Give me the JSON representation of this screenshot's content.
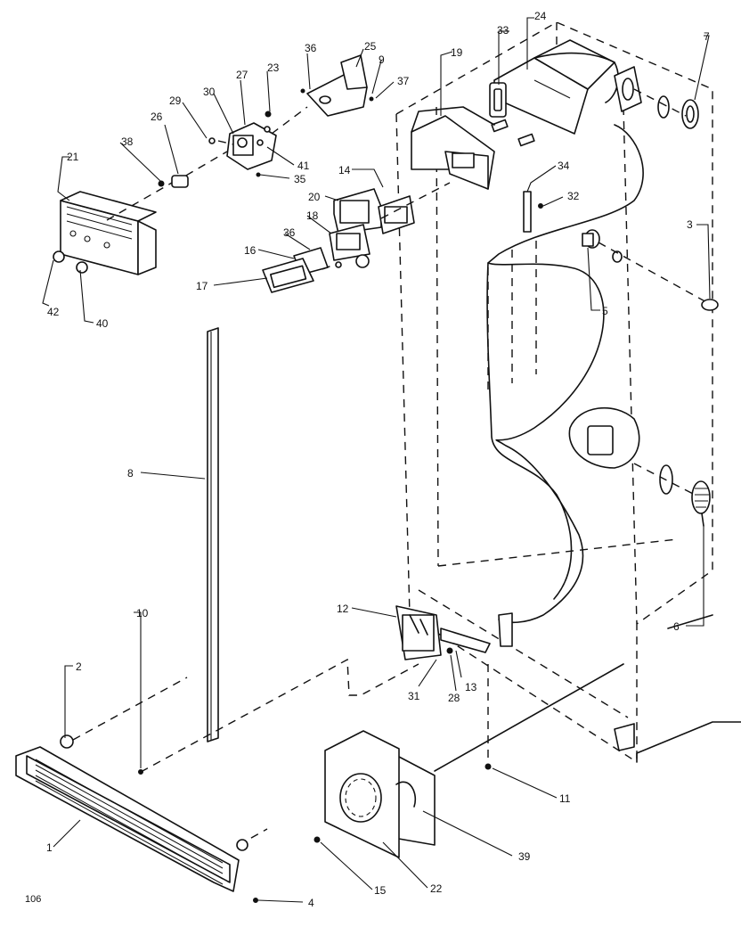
{
  "sheet_number": "106",
  "callouts": [
    {
      "id": "c1",
      "label": "1"
    },
    {
      "id": "c2",
      "label": "2"
    },
    {
      "id": "c3",
      "label": "3"
    },
    {
      "id": "c4",
      "label": "4"
    },
    {
      "id": "c5",
      "label": "5"
    },
    {
      "id": "c6",
      "label": "6"
    },
    {
      "id": "c7",
      "label": "7"
    },
    {
      "id": "c8",
      "label": "8"
    },
    {
      "id": "c9",
      "label": "9"
    },
    {
      "id": "c10",
      "label": "10"
    },
    {
      "id": "c11",
      "label": "11"
    },
    {
      "id": "c12",
      "label": "12"
    },
    {
      "id": "c13",
      "label": "13"
    },
    {
      "id": "c14",
      "label": "14"
    },
    {
      "id": "c15",
      "label": "15"
    },
    {
      "id": "c16",
      "label": "16"
    },
    {
      "id": "c17",
      "label": "17"
    },
    {
      "id": "c18",
      "label": "18"
    },
    {
      "id": "c19",
      "label": "19"
    },
    {
      "id": "c20",
      "label": "20"
    },
    {
      "id": "c21",
      "label": "21"
    },
    {
      "id": "c22",
      "label": "22"
    },
    {
      "id": "c23",
      "label": "23"
    },
    {
      "id": "c24",
      "label": "24"
    },
    {
      "id": "c25",
      "label": "25"
    },
    {
      "id": "c26",
      "label": "26"
    },
    {
      "id": "c27",
      "label": "27"
    },
    {
      "id": "c28",
      "label": "28"
    },
    {
      "id": "c29",
      "label": "29"
    },
    {
      "id": "c30",
      "label": "30"
    },
    {
      "id": "c31",
      "label": "31"
    },
    {
      "id": "c32",
      "label": "32"
    },
    {
      "id": "c33",
      "label": "33"
    },
    {
      "id": "c34",
      "label": "34"
    },
    {
      "id": "c35",
      "label": "35"
    },
    {
      "id": "c36a",
      "label": "36"
    },
    {
      "id": "c36b",
      "label": "36"
    },
    {
      "id": "c37",
      "label": "37"
    },
    {
      "id": "c38",
      "label": "38"
    },
    {
      "id": "c39",
      "label": "39"
    },
    {
      "id": "c40",
      "label": "40"
    },
    {
      "id": "c41",
      "label": "41"
    },
    {
      "id": "c42",
      "label": "42"
    }
  ]
}
